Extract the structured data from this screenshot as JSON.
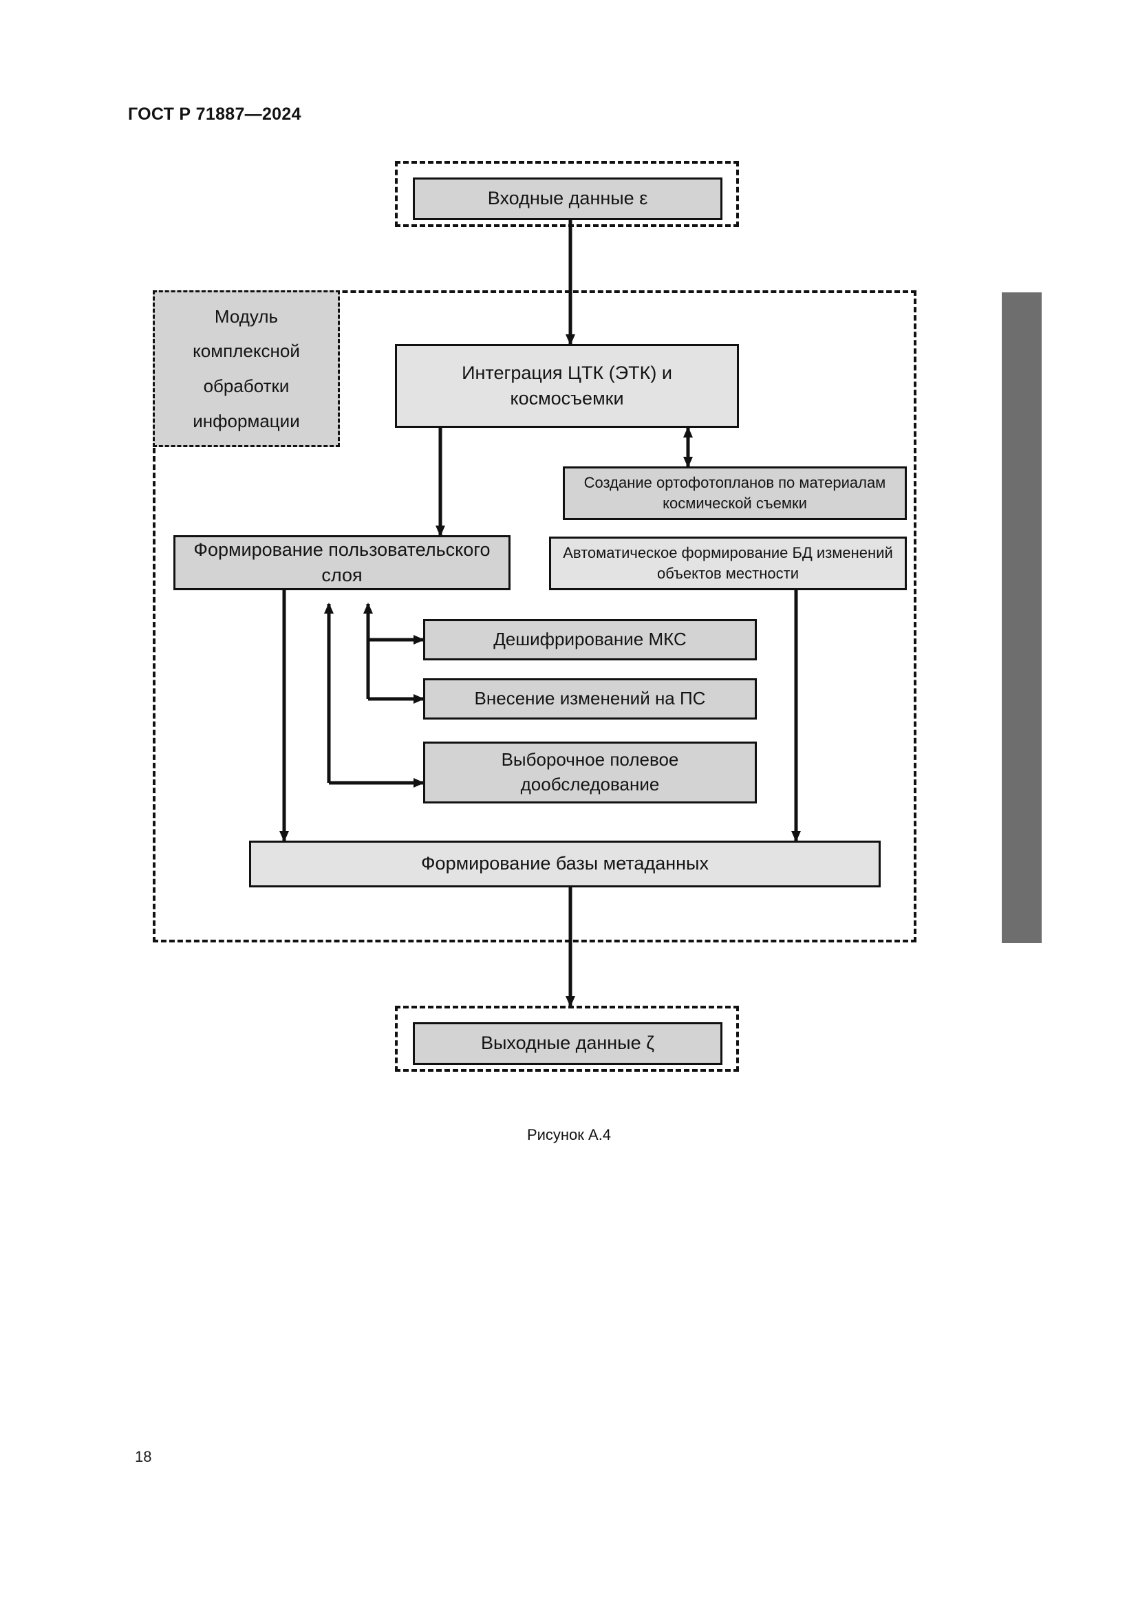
{
  "document": {
    "header": "ГОСТ Р 71887—2024",
    "page_number": "18",
    "figure_caption": "Рисунок А.4"
  },
  "figure": {
    "input_group": {
      "node_label": "Входные данные ε"
    },
    "module_group": {
      "tag_lines": [
        "Модуль",
        "комплексной",
        "обработки",
        "информации"
      ],
      "nodes": [
        {
          "id": "integration",
          "label": "Интеграция ЦТК (ЭТК) и космосъемки"
        },
        {
          "id": "orthophoto",
          "label": "Создание ортофотопланов по материалам космической съемки"
        },
        {
          "id": "user-layer",
          "label": "Формирование пользовательского слоя"
        },
        {
          "id": "auto-db",
          "label": "Автоматическое формирование БД изменений объектов местности"
        },
        {
          "id": "decoding",
          "label": "Дешифрирование МКС"
        },
        {
          "id": "changes",
          "label": "Внесение изменений на ПС"
        },
        {
          "id": "field-survey",
          "label": "Выборочное полевое дообследование"
        },
        {
          "id": "metadata-base",
          "label": "Формирование базы метаданных"
        }
      ]
    },
    "output_group": {
      "node_label": "Выходные данные ζ"
    }
  },
  "colors": {
    "node_fill_light": "#e3e3e3",
    "node_fill_mid": "#d3d3d3",
    "stroke": "#111111",
    "scan_bar": "#6e6e6e",
    "page_background": "#ffffff"
  }
}
